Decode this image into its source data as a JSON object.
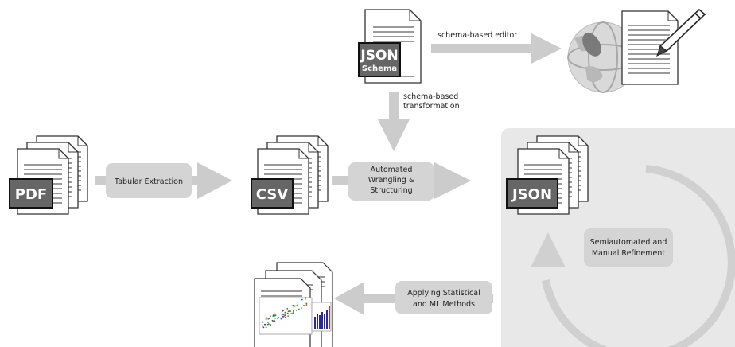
{
  "documents": {
    "pdf": {
      "badge": "PDF"
    },
    "csv": {
      "badge": "CSV"
    },
    "json": {
      "badge": "JSON"
    },
    "schema": {
      "badge_line1": "JSON",
      "badge_line2": "Schema"
    }
  },
  "steps": {
    "tabular_extraction": "Tabular Extraction",
    "automated_wrangling": [
      "Automated",
      "Wrangling &",
      "Structuring"
    ],
    "refinement": [
      "Semiautomated and",
      "Manual Refinement"
    ],
    "statistical": [
      "Applying Statistical",
      "and ML Methods"
    ]
  },
  "edges": {
    "schema_editor": "schema-based editor",
    "schema_transformation": [
      "schema-based",
      "transformation"
    ]
  },
  "colors": {
    "arrow": "#cccccc",
    "pill": "#d4d4d4",
    "region": "#e8e8e8",
    "badge": "#666666",
    "doc_line": "#7a7a7a"
  }
}
